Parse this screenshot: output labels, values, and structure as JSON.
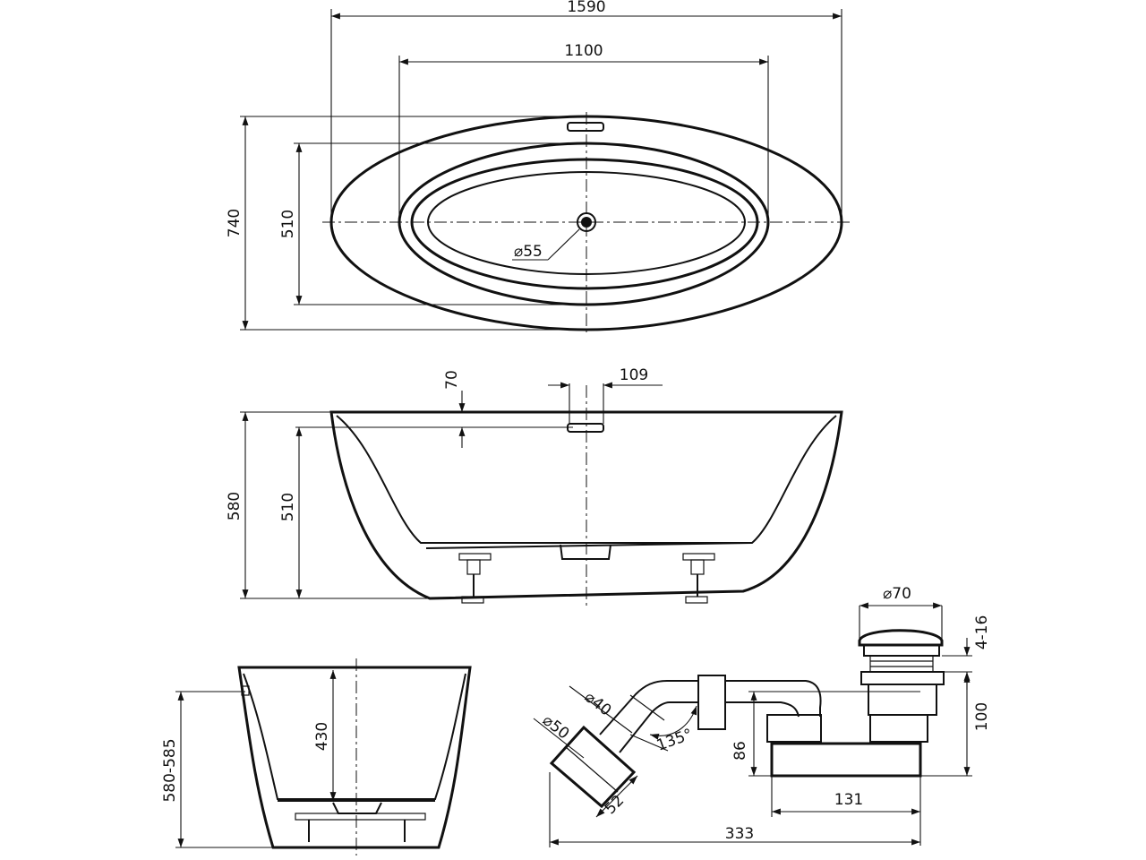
{
  "top_view": {
    "overall_length": "1590",
    "inner_length": "1100",
    "overall_width": "740",
    "inner_width": "510",
    "drain_diameter": "⌀55"
  },
  "side_view": {
    "overflow_offset": "70",
    "overflow_width": "109",
    "overall_height": "580",
    "inner_depth": "510"
  },
  "section_view": {
    "height_range": "580-585",
    "inner_depth": "430"
  },
  "siphon": {
    "plug_diameter": "⌀70",
    "plug_adjust": "4-16",
    "trap_height": "100",
    "outlet_height": "86",
    "trap_offset": "131",
    "overall_length": "333",
    "pipe_diameter_inner": "⌀40",
    "pipe_diameter_outer": "⌀50",
    "outlet_length": "52",
    "elbow_angle": "135°"
  }
}
